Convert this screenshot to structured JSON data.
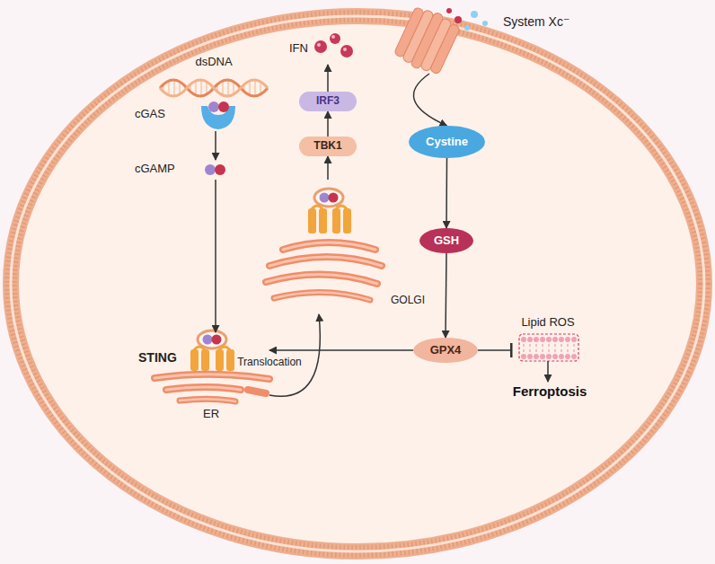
{
  "diagram": {
    "nodes": [
      {
        "text": [
          "cGAS"
        ]
      },
      {
        "text": [
          "cGAMP"
        ]
      },
      {
        "text": [
          "STING",
          "ER"
        ]
      },
      {
        "text": [
          "GOLGI"
        ]
      },
      {
        "text": [
          "TBK1"
        ]
      },
      {
        "text": [
          "IRF3"
        ]
      },
      {
        "text": [
          "IFN"
        ]
      },
      {
        "text": [
          "System Xc⁻"
        ]
      },
      {
        "text": [
          "Cystine"
        ]
      },
      {
        "text": [
          "GSH"
        ]
      },
      {
        "text": [
          "GPX4"
        ]
      },
      {
        "text": [
          "Lipid ROS"
        ]
      },
      {
        "text": [
          "Ferroptosis"
        ]
      }
    ],
    "edges": [
      {
        "from": 0,
        "to": 1,
        "arrow": "to"
      },
      {
        "from": 1,
        "to": 2,
        "arrow": "to"
      },
      {
        "from": 2,
        "to": 3,
        "label": "Translocation",
        "arrow": "to"
      },
      {
        "from": 3,
        "to": 4,
        "arrow": "to"
      },
      {
        "from": 4,
        "to": 5,
        "arrow": "to"
      },
      {
        "from": 5,
        "to": 6,
        "arrow": "to"
      },
      {
        "from": 7,
        "to": 8,
        "arrow": "to"
      },
      {
        "from": 8,
        "to": 9,
        "arrow": "to"
      },
      {
        "from": 9,
        "to": 10,
        "arrow": "to"
      },
      {
        "from": 10,
        "to": 2,
        "arrow": "to"
      },
      {
        "from": 10,
        "to": 11,
        "arrow": "to"
      },
      {
        "from": 11,
        "to": 12,
        "arrow": "to"
      }
    ],
    "labels": [
      "dsDNA"
    ]
  }
}
